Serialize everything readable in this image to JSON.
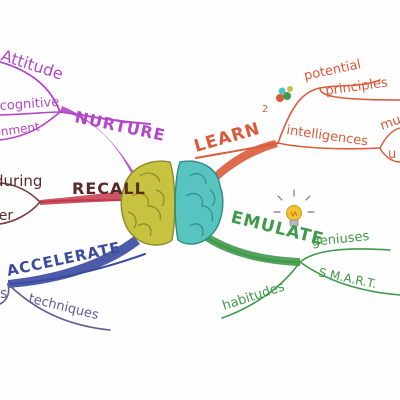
{
  "colors": {
    "nurture": "#b347c8",
    "recall": "#c2384a",
    "accelerate": "#3a4aa0",
    "left_brain": "#c7c23f",
    "right_brain": "#57c4bf",
    "learn": "#dc5a3a",
    "emulate": "#3f9a4a",
    "bulb": "#f2c230"
  },
  "nurture": {
    "title": "Nurture",
    "branches": [
      "Attitude",
      "cognitive",
      "environment"
    ]
  },
  "recall": {
    "title": "Recall",
    "branches": [
      "during",
      "after"
    ]
  },
  "accelerate": {
    "title": "Accelerate",
    "branches": [
      "s",
      "techniques"
    ]
  },
  "learn": {
    "title": "Learn",
    "superscript": "2",
    "branches": [
      "potential",
      "principles",
      "intelligences",
      "mu",
      "u"
    ]
  },
  "emulate": {
    "title": "Emulate",
    "branches": [
      "geniuses",
      "S.M.A.R.T.",
      "habitudes"
    ]
  }
}
